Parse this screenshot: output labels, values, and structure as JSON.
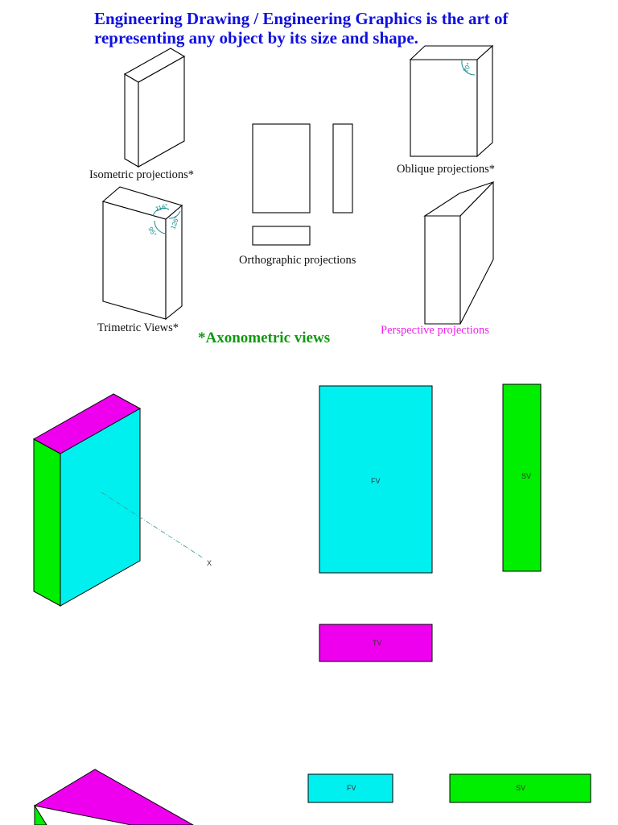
{
  "header": {
    "line1": "Engineering Drawing / Engineering Graphics is the art of",
    "line2": "representing any object by its size and shape."
  },
  "captions": {
    "isometric": "Isometric projections*",
    "oblique": "Oblique projections*",
    "orthographic": "Orthographic projections",
    "trimetric": "Trimetric Views*",
    "axonometric": "*Axonometric views",
    "perspective": "Perspective projections"
  },
  "angles": {
    "oblique": "20°",
    "trimetric_top": "116°",
    "trimetric_left": "95°",
    "trimetric_right": "126°"
  },
  "colored_views": {
    "axis_label": "X",
    "fv": "FV",
    "sv": "SV",
    "tv": "TV"
  },
  "colors": {
    "top_face": "#ee00ee",
    "front_face": "#00f0f0",
    "side_face": "#00ee00",
    "header": "#1010e0",
    "axonometric": "#119911",
    "perspective": "#ee22ee"
  }
}
